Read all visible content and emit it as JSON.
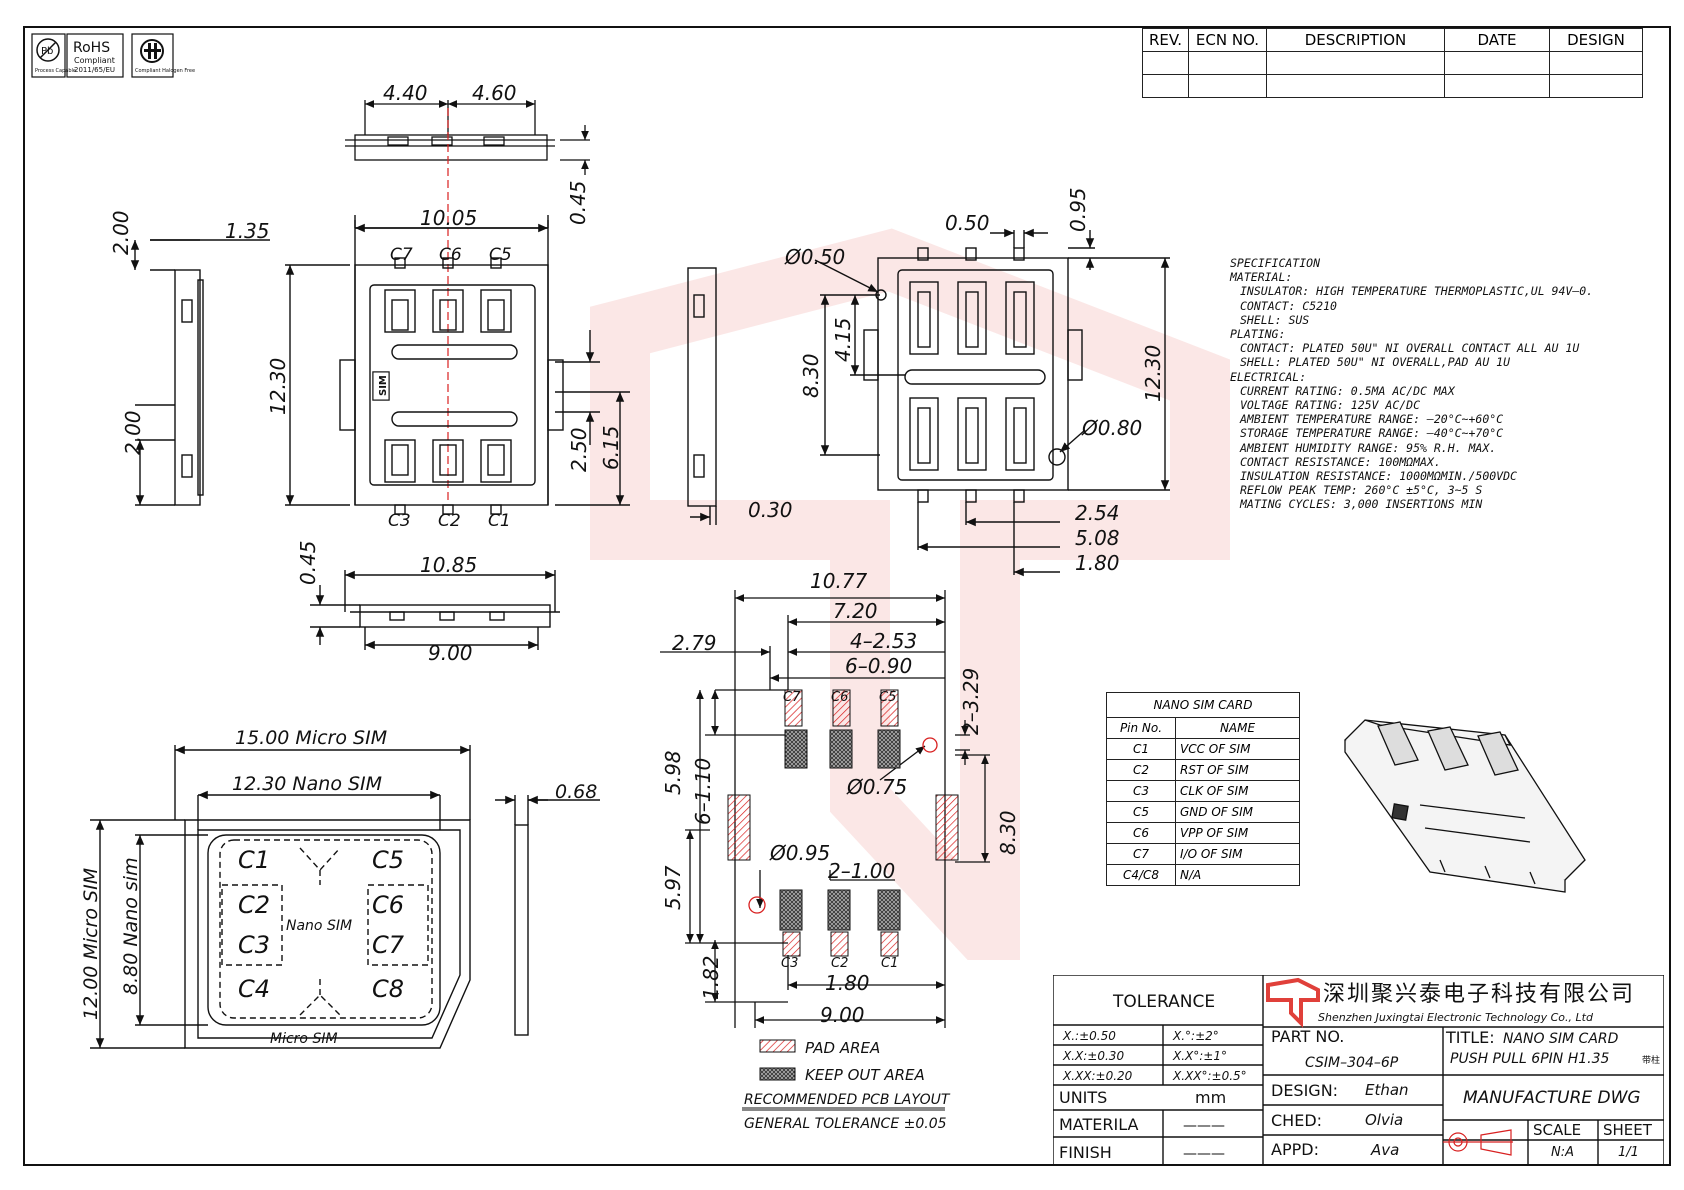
{
  "logos": {
    "rohs_title": "RoHS",
    "rohs_sub": "Compliant",
    "rohs_year": "2011/65/EU",
    "pb_label": "Pb",
    "pb_sub": "Process Capable",
    "halogen_sub": "Compliant Halogen Free"
  },
  "revision_table": {
    "headers": [
      "REV.",
      "ECN  NO.",
      "DESCRIPTION",
      "DATE",
      "DESIGN"
    ],
    "rows": 2
  },
  "dimensions": {
    "top_view_left": "4.40",
    "top_view_right": "4.60",
    "top_height": "0.45",
    "body_width": "10.05",
    "body_height": "12.30",
    "side_offset": "1.35",
    "side_top": "2.00",
    "side_mid": "2.00",
    "pad_2_50": "2.50",
    "pad_6_15": "6.15",
    "bottom_height": "0.45",
    "bottom_width": "10.85",
    "bottom_inner": "9.00",
    "right_pin_pitch": "0.50",
    "right_top": "0.95",
    "right_dia_050": "Ø0.50",
    "right_415": "4.15",
    "right_830": "8.30",
    "right_1230": "12.30",
    "right_dia_080": "Ø0.80",
    "right_030": "0.30",
    "right_254": "2.54",
    "right_508": "5.08",
    "right_180": "1.80",
    "pcb_1077": "10.77",
    "pcb_720": "7.20",
    "pcb_279": "2.79",
    "pcb_4_253": "4–2.53",
    "pcb_6_090": "6–0.90",
    "pcb_2_329": "2–3.29",
    "pcb_598": "5.98",
    "pcb_6_110": "6–1.10",
    "pcb_dia_075": "Ø0.75",
    "pcb_830": "8.30",
    "pcb_dia_095": "Ø0.95",
    "pcb_2_100": "2–1.00",
    "pcb_597": "5.97",
    "pcb_182": "1.82",
    "pcb_180": "1.80",
    "pcb_900": "9.00",
    "card_micro_w": "15.00  Micro  SIM",
    "card_nano_w": "12.30  Nano  SIM",
    "card_thick": "0.68",
    "card_micro_h": "12.00  Micro  SIM",
    "card_nano_h": "8.80  Nano  sim",
    "card_micro_label": "Micro  SIM",
    "card_nano_label": "Nano  SIM"
  },
  "contact_labels": {
    "top": [
      "C7",
      "C6",
      "C5"
    ],
    "bottom": [
      "C3",
      "C2",
      "C1"
    ],
    "card": [
      "C1",
      "C5",
      "C2",
      "C6",
      "C3",
      "C7",
      "C4",
      "C8"
    ],
    "sim_mark": "SIM"
  },
  "legend": {
    "pad_area": "PAD  AREA",
    "keep_out": "KEEP  OUT  AREA",
    "pcb_layout": "RECOMMENDED  PCB  LAYOUT",
    "general_tol": "GENERAL  TOLERANCE  ±0.05"
  },
  "specification": [
    {
      "text": "SPECIFICATION",
      "indent": false
    },
    {
      "text": "MATERIAL:",
      "indent": false
    },
    {
      "text": "INSULATOR: HIGH TEMPERATURE THERMOPLASTIC,UL 94V–0.",
      "indent": true
    },
    {
      "text": "CONTACT: C5210",
      "indent": true
    },
    {
      "text": "SHELL: SUS",
      "indent": true
    },
    {
      "text": "PLATING:",
      "indent": false
    },
    {
      "text": "CONTACT: PLATED 50U\" NI OVERALL CONTACT ALL AU 1U",
      "indent": true
    },
    {
      "text": "SHELL: PLATED 50U\" NI OVERALL,PAD AU 1U",
      "indent": true
    },
    {
      "text": "ELECTRICAL:",
      "indent": false
    },
    {
      "text": "CURRENT RATING: 0.5MA AC/DC MAX",
      "indent": true
    },
    {
      "text": "VOLTAGE RATING: 125V AC/DC",
      "indent": true
    },
    {
      "text": "AMBIENT TEMPERATURE RANGE: –20°C~+60°C",
      "indent": true
    },
    {
      "text": "STORAGE TEMPERATURE RANGE: –40°C~+70°C",
      "indent": true
    },
    {
      "text": "AMBIENT HUMIDITY RANGE: 95% R.H. MAX.",
      "indent": true
    },
    {
      "text": "CONTACT RESISTANCE: 100MΩMAX.",
      "indent": true
    },
    {
      "text": "INSULATION RESISTANCE: 1000MΩMIN./500VDC",
      "indent": true
    },
    {
      "text": "REFLOW PEAK TEMP: 260°C ±5°C, 3~5 S",
      "indent": true
    },
    {
      "text": "MATING CYCLES: 3,000 INSERTIONS MIN",
      "indent": true
    }
  ],
  "pin_table": {
    "title": "NANO  SIM  CARD",
    "headers": [
      "Pin  No.",
      "NAME"
    ],
    "rows": [
      [
        "C1",
        "VCC  OF  SIM"
      ],
      [
        "C2",
        "RST  OF  SIM"
      ],
      [
        "C3",
        "CLK  OF  SIM"
      ],
      [
        "C5",
        "GND  OF  SIM"
      ],
      [
        "C6",
        "VPP  OF  SIM"
      ],
      [
        "C7",
        "I/O  OF  SIM"
      ],
      [
        "C4/C8",
        "N/A"
      ]
    ]
  },
  "title_block": {
    "tolerance": "TOLERANCE",
    "tol_rows": [
      [
        "X.:±0.50",
        "X.°:±2°"
      ],
      [
        "X.X:±0.30",
        "X.X°:±1°"
      ],
      [
        "X.XX:±0.20",
        "X.XX°:±0.5°"
      ]
    ],
    "units_label": "UNITS",
    "units_value": "mm",
    "material_label": "MATERILA",
    "material_value": "———",
    "finish_label": "FINISH",
    "finish_value": "———",
    "company_cn": "深圳聚兴泰电子科技有限公司",
    "company_en": "Shenzhen  Juxingtai  Electronic  Technology  Co.,  Ltd",
    "part_no_label": "PART  NO.",
    "part_no_value": "CSIM–304–6P",
    "title_label": "TITLE:",
    "title_line1": "NANO  SIM  CARD",
    "title_line2": "PUSH  PULL  6PIN  H1.35",
    "title_suffix": "带柱",
    "design_label": "DESIGN:",
    "design_value": "Ethan",
    "ched_label": "CHED:",
    "ched_value": "Olvia",
    "appd_label": "APPD:",
    "appd_value": "Ava",
    "manufacture": "MANUFACTURE  DWG",
    "scale_label": "SCALE",
    "scale_value": "N:A",
    "sheet_label": "SHEET",
    "sheet_value": "1/1"
  },
  "colors": {
    "line": "#111111",
    "red": "#d82020",
    "watermark": "#e0403a"
  }
}
